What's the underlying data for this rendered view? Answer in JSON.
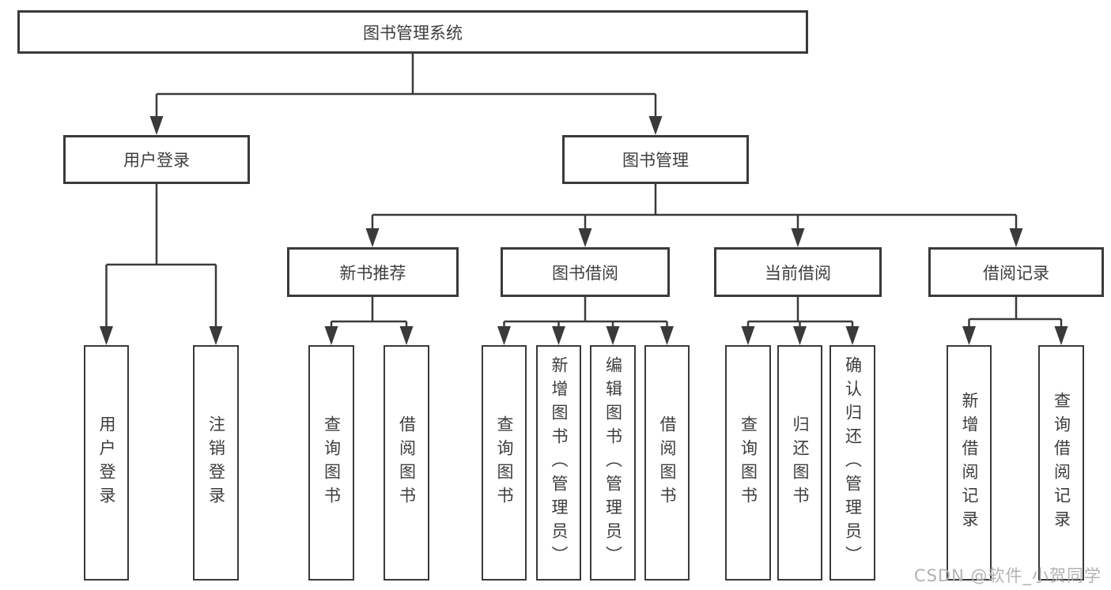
{
  "tree": {
    "label": "图书管理系统",
    "children": [
      {
        "label": "用户登录",
        "children": [
          {
            "label": "用户登录"
          },
          {
            "label": "注销登录"
          }
        ]
      },
      {
        "label": "图书管理",
        "children": [
          {
            "label": "新书推荐",
            "children": [
              {
                "label": "查询图书"
              },
              {
                "label": "借阅图书"
              }
            ]
          },
          {
            "label": "图书借阅",
            "children": [
              {
                "label": "查询图书"
              },
              {
                "label": "新增图书（管理员）"
              },
              {
                "label": "编辑图书（管理员）"
              },
              {
                "label": "借阅图书"
              }
            ]
          },
          {
            "label": "当前借阅",
            "children": [
              {
                "label": "查询图书"
              },
              {
                "label": "归还图书"
              },
              {
                "label": "确认归还（管理员）"
              }
            ]
          },
          {
            "label": "借阅记录",
            "children": [
              {
                "label": "新增借阅记录"
              },
              {
                "label": "查询借阅记录"
              }
            ]
          }
        ]
      }
    ]
  },
  "watermark": "CSDN @软件_小贺同学",
  "colors": {
    "line": "#3a3a3a",
    "border": "#3a3a3a",
    "text": "#3d3d3d",
    "background": "#ffffff",
    "watermark": "#b2b2b2"
  }
}
